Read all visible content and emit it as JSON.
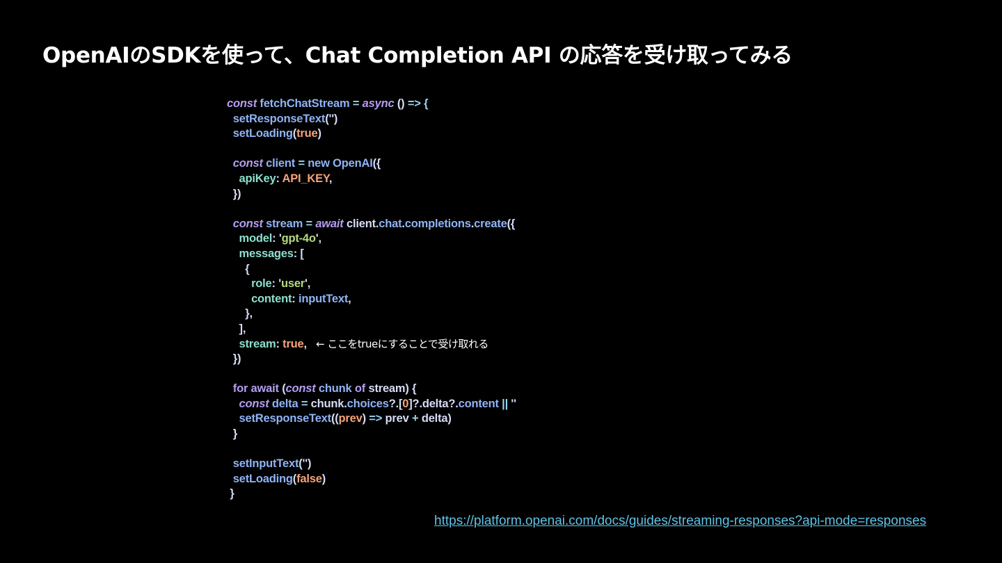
{
  "slide": {
    "title": "OpenAIのSDKを使って、Chat Completion API の応答を受け取ってみる",
    "link": "https://platform.openai.com/docs/guides/streaming-responses?api-mode=responses"
  },
  "code": {
    "annotation": "← ここをtrueにすることで受け取れる",
    "lines": [
      [
        {
          "t": "const",
          "c": "kw"
        },
        {
          "t": " fetchChatStream",
          "c": "fn"
        },
        {
          "t": " = ",
          "c": "op"
        },
        {
          "t": "async",
          "c": "kw"
        },
        {
          "t": " () ",
          "c": "pl"
        },
        {
          "t": "=> {",
          "c": "op"
        }
      ],
      [
        {
          "t": "  setResponseText",
          "c": "fn"
        },
        {
          "t": "('')",
          "c": "pl"
        }
      ],
      [
        {
          "t": "  setLoading",
          "c": "fn"
        },
        {
          "t": "(",
          "c": "pl"
        },
        {
          "t": "true",
          "c": "bool"
        },
        {
          "t": ")",
          "c": "pl"
        }
      ],
      [],
      [
        {
          "t": "  const",
          "c": "kw"
        },
        {
          "t": " client",
          "c": "fn"
        },
        {
          "t": " = ",
          "c": "op"
        },
        {
          "t": "new",
          "c": "fn"
        },
        {
          "t": " OpenAI",
          "c": "fn"
        },
        {
          "t": "({",
          "c": "pl"
        }
      ],
      [
        {
          "t": "    apiKey",
          "c": "prop"
        },
        {
          "t": ": ",
          "c": "pl"
        },
        {
          "t": "API_KEY",
          "c": "const"
        },
        {
          "t": ",",
          "c": "pl"
        }
      ],
      [
        {
          "t": "  })",
          "c": "pl"
        }
      ],
      [],
      [
        {
          "t": "  const",
          "c": "kw"
        },
        {
          "t": " stream",
          "c": "fn"
        },
        {
          "t": " = ",
          "c": "op"
        },
        {
          "t": "await",
          "c": "kw"
        },
        {
          "t": " client",
          "c": "pl"
        },
        {
          "t": ".",
          "c": "pl"
        },
        {
          "t": "chat",
          "c": "fn"
        },
        {
          "t": ".",
          "c": "pl"
        },
        {
          "t": "completions",
          "c": "fn"
        },
        {
          "t": ".",
          "c": "pl"
        },
        {
          "t": "create",
          "c": "fn"
        },
        {
          "t": "({",
          "c": "pl"
        }
      ],
      [
        {
          "t": "    model",
          "c": "prop"
        },
        {
          "t": ": ",
          "c": "pl"
        },
        {
          "t": "'",
          "c": "pl"
        },
        {
          "t": "gpt-4o",
          "c": "str"
        },
        {
          "t": "',",
          "c": "pl"
        }
      ],
      [
        {
          "t": "    messages",
          "c": "prop"
        },
        {
          "t": ": [",
          "c": "pl"
        }
      ],
      [
        {
          "t": "      {",
          "c": "pl"
        }
      ],
      [
        {
          "t": "        role",
          "c": "prop"
        },
        {
          "t": ": ",
          "c": "pl"
        },
        {
          "t": "'",
          "c": "pl"
        },
        {
          "t": "user",
          "c": "str"
        },
        {
          "t": "',",
          "c": "pl"
        }
      ],
      [
        {
          "t": "        content",
          "c": "prop"
        },
        {
          "t": ": ",
          "c": "pl"
        },
        {
          "t": "inputText",
          "c": "fn"
        },
        {
          "t": ",",
          "c": "pl"
        }
      ],
      [
        {
          "t": "      },",
          "c": "pl"
        }
      ],
      [
        {
          "t": "    ],",
          "c": "pl"
        }
      ],
      [
        {
          "t": "    stream",
          "c": "prop"
        },
        {
          "t": ": ",
          "c": "pl"
        },
        {
          "t": "true",
          "c": "bool"
        },
        {
          "t": ",",
          "c": "pl"
        }
      ],
      [
        {
          "t": "  })",
          "c": "pl"
        }
      ],
      [],
      [
        {
          "t": "  for",
          "c": "ctl"
        },
        {
          "t": " await",
          "c": "ctl"
        },
        {
          "t": " (",
          "c": "pl"
        },
        {
          "t": "const",
          "c": "kw"
        },
        {
          "t": " chunk",
          "c": "fn"
        },
        {
          "t": " of",
          "c": "ctl"
        },
        {
          "t": " stream",
          "c": "pl"
        },
        {
          "t": ") {",
          "c": "pl"
        }
      ],
      [
        {
          "t": "    const",
          "c": "kw"
        },
        {
          "t": " delta",
          "c": "fn"
        },
        {
          "t": " = ",
          "c": "op"
        },
        {
          "t": "chunk",
          "c": "pl"
        },
        {
          "t": ".",
          "c": "pl"
        },
        {
          "t": "choices",
          "c": "fn"
        },
        {
          "t": "?.[",
          "c": "pl"
        },
        {
          "t": "0",
          "c": "const"
        },
        {
          "t": "]?.",
          "c": "pl"
        },
        {
          "t": "delta",
          "c": "pl"
        },
        {
          "t": "?.",
          "c": "pl"
        },
        {
          "t": "content",
          "c": "fn"
        },
        {
          "t": " || ",
          "c": "op"
        },
        {
          "t": "''",
          "c": "pl"
        }
      ],
      [
        {
          "t": "    setResponseText",
          "c": "fn"
        },
        {
          "t": "((",
          "c": "pl"
        },
        {
          "t": "prev",
          "c": "const"
        },
        {
          "t": ") ",
          "c": "pl"
        },
        {
          "t": "=>",
          "c": "op"
        },
        {
          "t": " prev",
          "c": "pl"
        },
        {
          "t": " + ",
          "c": "op"
        },
        {
          "t": "delta",
          "c": "pl"
        },
        {
          "t": ")",
          "c": "pl"
        }
      ],
      [
        {
          "t": "  }",
          "c": "pl"
        }
      ],
      [],
      [
        {
          "t": "  setInputText",
          "c": "fn"
        },
        {
          "t": "('')",
          "c": "pl"
        }
      ],
      [
        {
          "t": "  setLoading",
          "c": "fn"
        },
        {
          "t": "(",
          "c": "pl"
        },
        {
          "t": "false",
          "c": "bool"
        },
        {
          "t": ")",
          "c": "pl"
        }
      ],
      [
        {
          "t": " }",
          "c": "pl"
        }
      ]
    ]
  }
}
